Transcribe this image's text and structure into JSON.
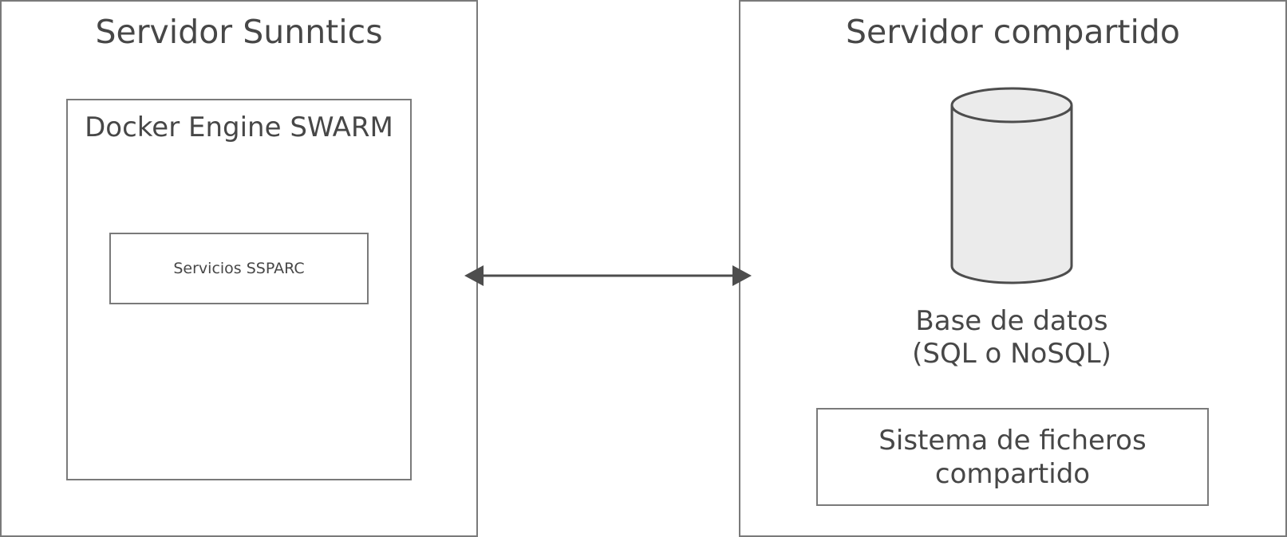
{
  "server_left": {
    "title": "Servidor Sunntics"
  },
  "docker": {
    "title": "Docker Engine SWARM",
    "services_label": "Servicios SSPARC"
  },
  "server_right": {
    "title": "Servidor compartido"
  },
  "database": {
    "label_line1": "Base de datos",
    "label_line2": "(SQL o NoSQL)",
    "icon": "database-cylinder-icon"
  },
  "filesystem": {
    "label_line1": "Sistema de ficheros",
    "label_line2": "compartido"
  },
  "connection": {
    "icon": "double-arrow-icon"
  },
  "colors": {
    "stroke": "#7a7a7a",
    "text": "#474747",
    "arrow": "#4d4d4d",
    "cylinder_fill": "#ebebeb"
  }
}
